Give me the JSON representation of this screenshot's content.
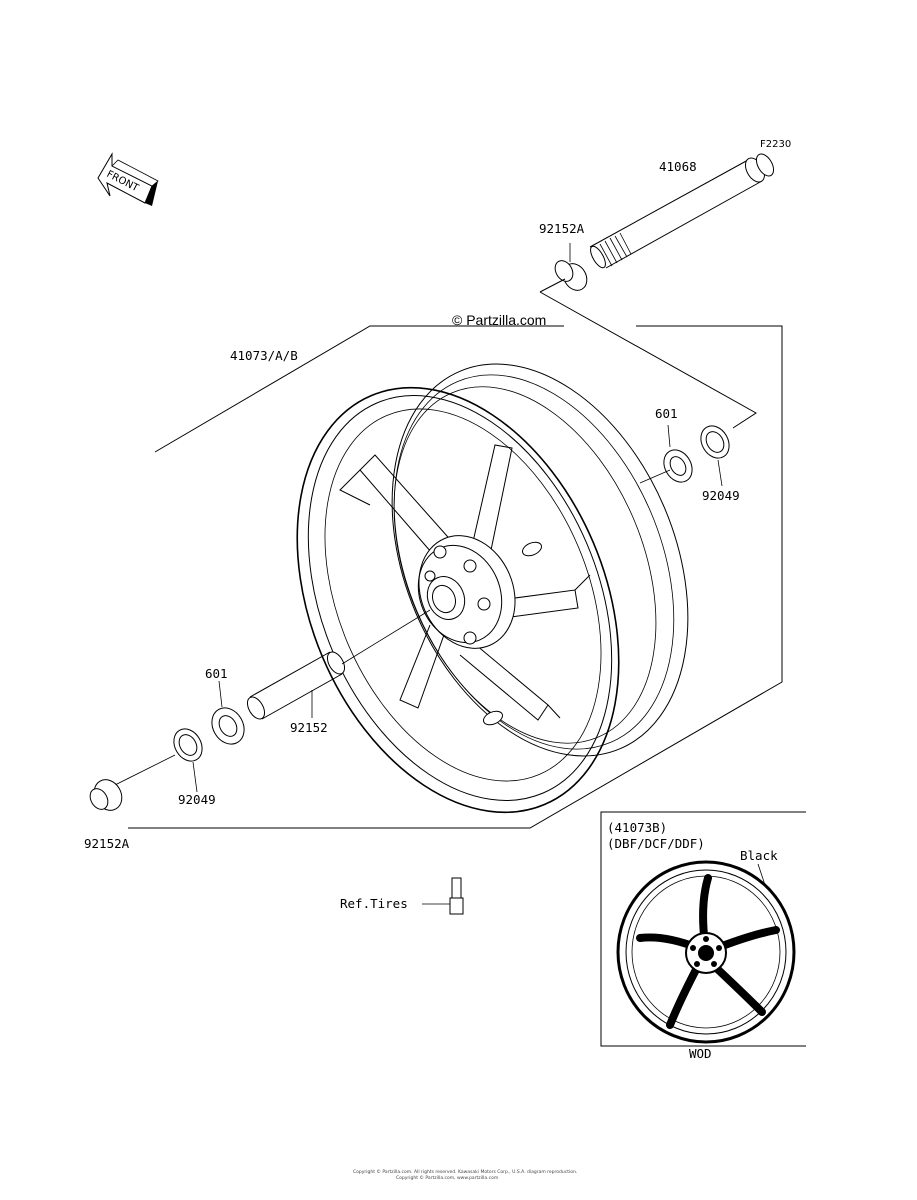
{
  "diagram_code": "F2230",
  "watermark": "© Partzilla.com",
  "front_arrow_text": "FRONT",
  "parts": {
    "axle": "41068",
    "collar_top": "92152A",
    "wheel": "41073/A/B",
    "bearing_right": "601",
    "seal_right": "92049",
    "bearing_left": "601",
    "spacer": "92152",
    "seal_left": "92049",
    "collar_bottom": "92152A",
    "valve_ref": "Ref.Tires"
  },
  "inset": {
    "line1": "(41073B)",
    "line2": "(DBF/DCF/DDF)",
    "color_label": "Black",
    "caption": "WOD"
  },
  "footer": {
    "line1": "Copyright © Partzilla.com. All rights reserved. Kawasaki Motors Corp., U.S.A. diagram reproduction.",
    "line2": "Copyright © Partzilla.com, www.partzilla.com"
  }
}
